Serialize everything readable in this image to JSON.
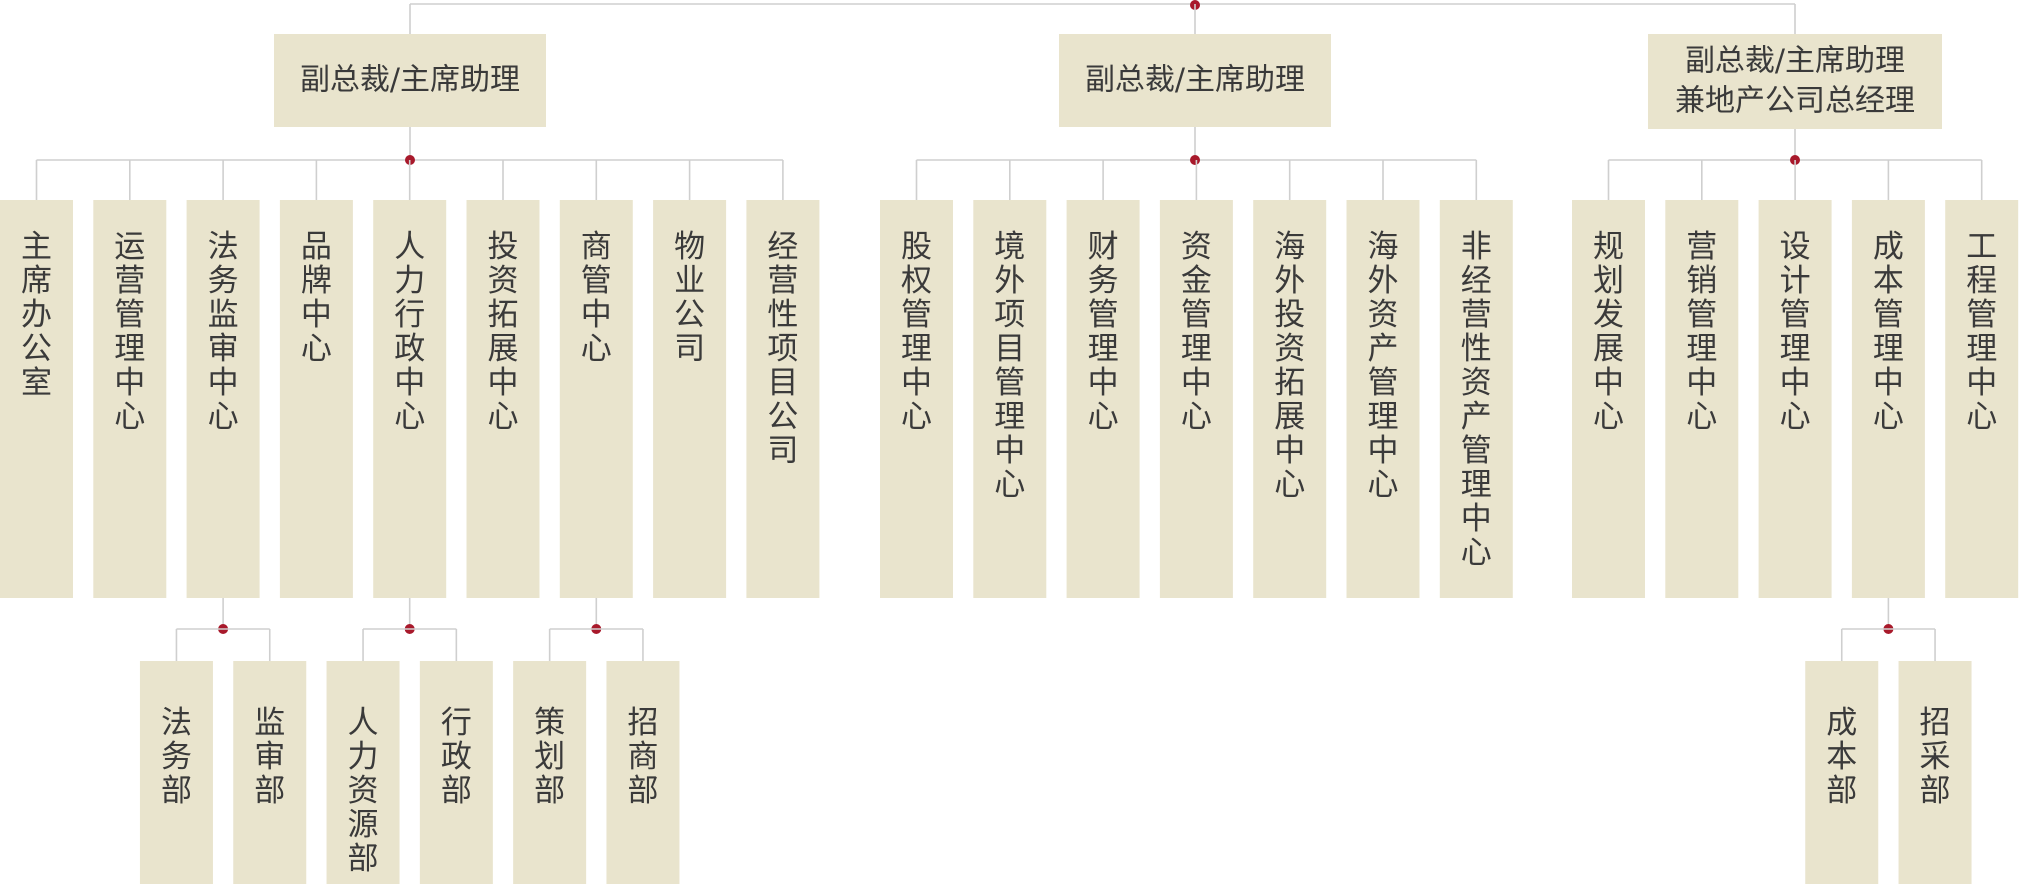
{
  "colors": {
    "box": "#e9e4cd",
    "line": "#cfcfcf",
    "dot": "#a8192b",
    "text": "#3a3a3a"
  },
  "vps": [
    {
      "label": "副总裁/主席助理",
      "departments": [
        {
          "label": "主席办公室"
        },
        {
          "label": "运营管理中心"
        },
        {
          "label": "法务监审中心",
          "children": [
            {
              "label": "法务部"
            },
            {
              "label": "监审部"
            }
          ]
        },
        {
          "label": "品牌中心"
        },
        {
          "label": "人力行政中心",
          "children": [
            {
              "label": "人力资源部"
            },
            {
              "label": "行政部"
            }
          ]
        },
        {
          "label": "投资拓展中心"
        },
        {
          "label": "商管中心",
          "children": [
            {
              "label": "策划部"
            },
            {
              "label": "招商部"
            }
          ]
        },
        {
          "label": "物业公司"
        },
        {
          "label": "经营性项目公司"
        }
      ]
    },
    {
      "label": "副总裁/主席助理",
      "departments": [
        {
          "label": "股权管理中心"
        },
        {
          "label": "境外项目管理中心"
        },
        {
          "label": "财务管理中心"
        },
        {
          "label": "资金管理中心"
        },
        {
          "label": "海外投资拓展中心"
        },
        {
          "label": "海外资产管理中心"
        },
        {
          "label": "非经营性资产管理中心"
        }
      ]
    },
    {
      "label": "副总裁/主席助理\n兼地产公司总经理",
      "departments": [
        {
          "label": "规划发展中心"
        },
        {
          "label": "营销管理中心"
        },
        {
          "label": "设计管理中心"
        },
        {
          "label": "成本管理中心",
          "children": [
            {
              "label": "成本部"
            },
            {
              "label": "招采部"
            }
          ]
        },
        {
          "label": "工程管理中心"
        }
      ]
    }
  ]
}
